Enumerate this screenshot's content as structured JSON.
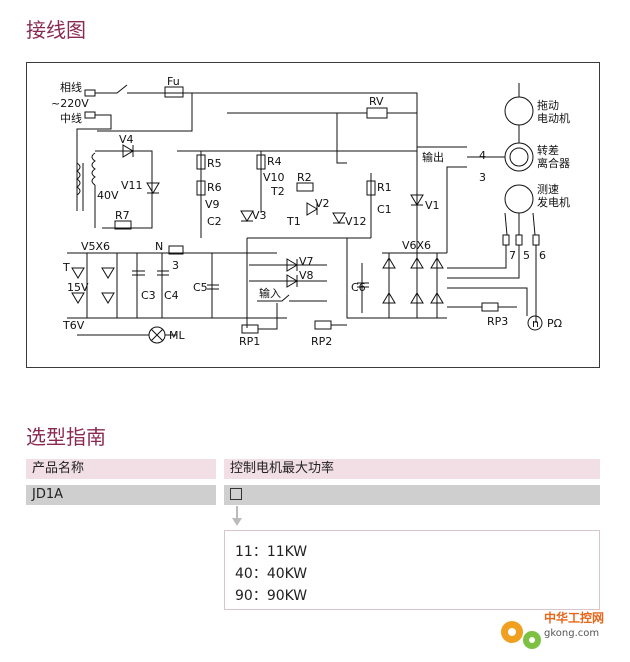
{
  "sections": {
    "wiring_title": "接线图",
    "selection_title": "选型指南"
  },
  "diagram": {
    "labels": {
      "phase_line": "相线",
      "voltage": "~220V",
      "neutral": "中线",
      "fuse": "Fu",
      "rv": "RV",
      "output": "输出",
      "input": "输入",
      "drive_motor": "拖动\n电动机",
      "slip_clutch": "转差\n离合器",
      "tacho_gen": "测速\n发电机",
      "v4": "V4",
      "v11": "V11",
      "v40": "40V",
      "r7": "R7",
      "r5": "R5",
      "r6": "R6",
      "v9": "V9",
      "c2": "C2",
      "v3": "V3",
      "r4": "R4",
      "v10": "V10",
      "t2": "T2",
      "r2": "R2",
      "v2": "V2",
      "t1": "T1",
      "v12": "V12",
      "r1": "R1",
      "c1": "C1",
      "v1": "V1",
      "v5x6": "V5X6",
      "n": "N",
      "t": "T",
      "v15": "15V",
      "n3": "3",
      "c3": "C3",
      "c4": "C4",
      "c5": "C5",
      "v7": "V7",
      "v8": "V8",
      "c6": "C6",
      "v6x6": "V6X6",
      "t6v": "T6V",
      "ml": "ML",
      "rp1": "RP1",
      "rp2": "RP2",
      "rp3": "RP3",
      "np": "n",
      "pomega": "PΩ",
      "t4": "4",
      "t3": "3",
      "t7": "7",
      "t5": "5",
      "t6": "6"
    }
  },
  "table": {
    "col1_header": "产品名称",
    "col2_header": "控制电机最大功率",
    "row_name": "JD1A",
    "options": [
      "11：11KW",
      "40：40KW",
      "90：90KW"
    ]
  },
  "watermark": {
    "brand": "中华工控网",
    "url": "gkong.com"
  },
  "colors": {
    "heading": "#8a2a52",
    "header_bg": "#f2dfe6",
    "row_bg": "#cfcfcf",
    "watermark": "#e8651a"
  }
}
